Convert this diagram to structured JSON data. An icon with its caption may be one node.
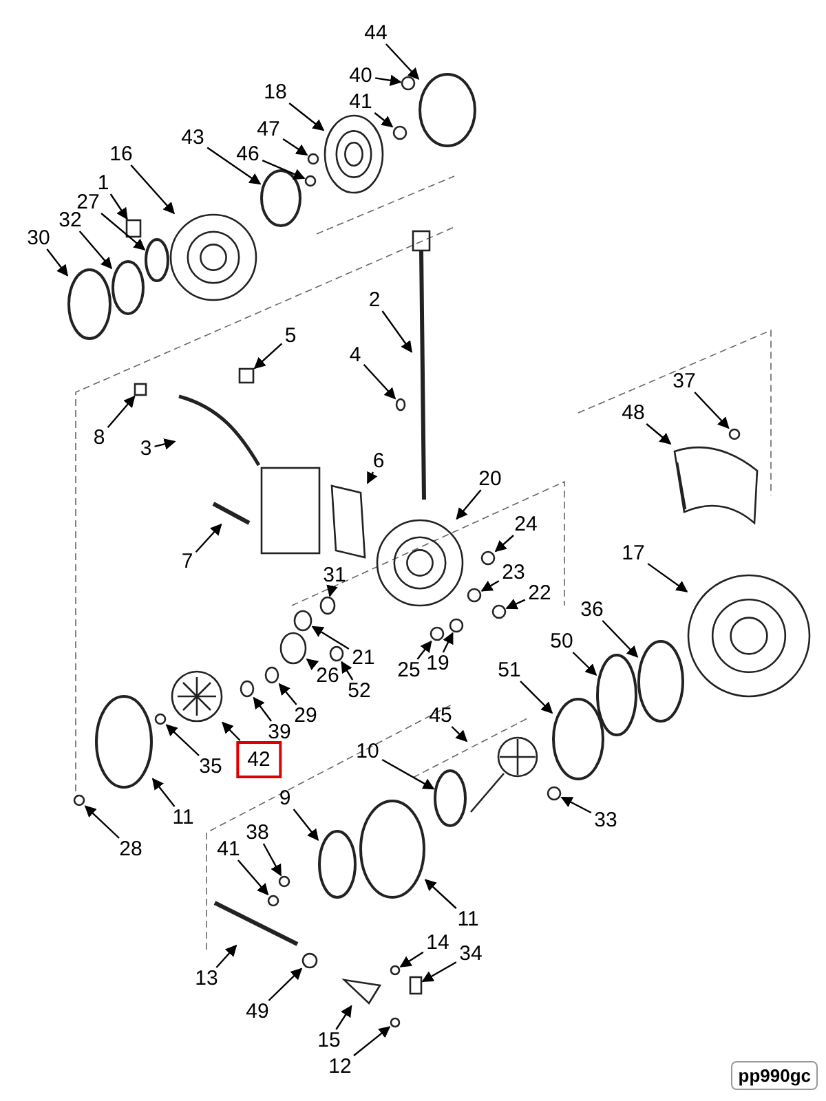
{
  "diagram": {
    "nodes": [
      {
        "text": [
          "44"
        ]
      },
      {
        "text": [
          "40"
        ]
      },
      {
        "text": [
          "41"
        ]
      },
      {
        "text": [
          "18"
        ]
      },
      {
        "text": [
          "47"
        ]
      },
      {
        "text": [
          "46"
        ]
      },
      {
        "text": [
          "43"
        ]
      },
      {
        "text": [
          "16"
        ]
      },
      {
        "text": [
          "1"
        ]
      },
      {
        "text": [
          "27"
        ]
      },
      {
        "text": [
          "32"
        ]
      },
      {
        "text": [
          "30"
        ]
      },
      {
        "text": [
          "2"
        ]
      },
      {
        "text": [
          "5"
        ]
      },
      {
        "text": [
          "4"
        ]
      },
      {
        "text": [
          "8"
        ]
      },
      {
        "text": [
          "3"
        ]
      },
      {
        "text": [
          "6"
        ]
      },
      {
        "text": [
          "7"
        ]
      },
      {
        "text": [
          "20"
        ]
      },
      {
        "text": [
          "37"
        ]
      },
      {
        "text": [
          "48"
        ]
      },
      {
        "text": [
          "24"
        ]
      },
      {
        "text": [
          "31"
        ]
      },
      {
        "text": [
          "23"
        ]
      },
      {
        "text": [
          "22"
        ]
      },
      {
        "text": [
          "36"
        ]
      },
      {
        "text": [
          "17"
        ]
      },
      {
        "text": [
          "50"
        ]
      },
      {
        "text": [
          "21"
        ]
      },
      {
        "text": [
          "25"
        ]
      },
      {
        "text": [
          "19"
        ]
      },
      {
        "text": [
          "26"
        ]
      },
      {
        "text": [
          "52"
        ]
      },
      {
        "text": [
          "29"
        ]
      },
      {
        "text": [
          "39"
        ]
      },
      {
        "text": [
          "42"
        ]
      },
      {
        "text": [
          "35"
        ]
      },
      {
        "text": [
          "51"
        ]
      },
      {
        "text": [
          "45"
        ]
      },
      {
        "text": [
          "10"
        ]
      },
      {
        "text": [
          "9"
        ]
      },
      {
        "text": [
          "11"
        ]
      },
      {
        "text": [
          "11"
        ]
      },
      {
        "text": [
          "33"
        ]
      },
      {
        "text": [
          "28"
        ]
      },
      {
        "text": [
          "38"
        ]
      },
      {
        "text": [
          "41"
        ]
      },
      {
        "text": [
          "13"
        ]
      },
      {
        "text": [
          "14"
        ]
      },
      {
        "text": [
          "34"
        ]
      },
      {
        "text": [
          "49"
        ]
      },
      {
        "text": [
          "15"
        ]
      },
      {
        "text": [
          "12"
        ]
      },
      {
        "text": [],
        "shape": "ring"
      },
      {
        "text": [],
        "shape": "circle"
      },
      {
        "text": [],
        "shape": "circle"
      },
      {
        "text": [],
        "shape": "circle"
      },
      {
        "text": [],
        "shape": "circle"
      },
      {
        "text": [],
        "shape": "circle"
      },
      {
        "text": [],
        "shape": "ring"
      },
      {
        "text": [],
        "shape": "circle"
      },
      {
        "text": [],
        "shape": "box"
      },
      {
        "text": [],
        "shape": "ring"
      },
      {
        "text": [],
        "shape": "ring"
      },
      {
        "text": [],
        "shape": "ring"
      },
      {
        "text": [],
        "shape": "bar"
      },
      {
        "text": [],
        "shape": "box"
      },
      {
        "text": [],
        "shape": "circle"
      },
      {
        "text": [],
        "shape": "box"
      },
      {
        "text": [],
        "shape": "picture"
      },
      {
        "text": [],
        "shape": "picture"
      },
      {
        "text": [],
        "shape": "bar"
      },
      {
        "text": [],
        "shape": "circle"
      },
      {
        "text": [],
        "shape": "circle"
      },
      {
        "text": [],
        "shape": "picture"
      },
      {
        "text": [],
        "shape": "circle"
      },
      {
        "text": [],
        "shape": "circle"
      },
      {
        "text": [],
        "shape": "circle"
      },
      {
        "text": [],
        "shape": "circle"
      },
      {
        "text": [],
        "shape": "ring"
      },
      {
        "text": [],
        "shape": "circle"
      },
      {
        "text": [],
        "shape": "ring"
      },
      {
        "text": [],
        "shape": "circle"
      },
      {
        "text": [],
        "shape": "circle"
      },
      {
        "text": [],
        "shape": "circle"
      },
      {
        "text": [],
        "shape": "circle"
      },
      {
        "text": [],
        "shape": "circle"
      },
      {
        "text": [],
        "shape": "circle"
      },
      {
        "text": [],
        "shape": "circle"
      },
      {
        "text": [],
        "shape": "picture"
      },
      {
        "text": [],
        "shape": "circle"
      },
      {
        "text": [],
        "shape": "ring"
      },
      {
        "text": [],
        "shape": "picture"
      },
      {
        "text": [],
        "shape": "ring"
      },
      {
        "text": [],
        "shape": "ring"
      },
      {
        "text": [],
        "shape": "ring"
      },
      {
        "text": [],
        "shape": "ring"
      },
      {
        "text": [],
        "shape": "circle"
      },
      {
        "text": [],
        "shape": "circle"
      },
      {
        "text": [],
        "shape": "circle"
      },
      {
        "text": [],
        "shape": "circle"
      },
      {
        "text": [],
        "shape": "bar"
      },
      {
        "text": [],
        "shape": "circle"
      },
      {
        "text": [],
        "shape": "box"
      },
      {
        "text": [],
        "shape": "circle"
      },
      {
        "text": [],
        "shape": "picture"
      },
      {
        "text": [],
        "shape": "circle"
      }
    ],
    "edges": [
      {
        "from": 0,
        "to": 54,
        "arrow": "to"
      },
      {
        "from": 1,
        "to": 55,
        "arrow": "to"
      },
      {
        "from": 2,
        "to": 56,
        "arrow": "to"
      },
      {
        "from": 3,
        "to": 57,
        "arrow": "to"
      },
      {
        "from": 4,
        "to": 58,
        "arrow": "to"
      },
      {
        "from": 5,
        "to": 59,
        "arrow": "to"
      },
      {
        "from": 6,
        "to": 60,
        "arrow": "to"
      },
      {
        "from": 7,
        "to": 61,
        "arrow": "to"
      },
      {
        "from": 8,
        "to": 62,
        "arrow": "to"
      },
      {
        "from": 9,
        "to": 63,
        "arrow": "to"
      },
      {
        "from": 10,
        "to": 64,
        "arrow": "to"
      },
      {
        "from": 11,
        "to": 65,
        "arrow": "to"
      },
      {
        "from": 12,
        "to": 66,
        "arrow": "to"
      },
      {
        "from": 13,
        "to": 67,
        "arrow": "to"
      },
      {
        "from": 14,
        "to": 68,
        "arrow": "to"
      },
      {
        "from": 15,
        "to": 69,
        "arrow": "to"
      },
      {
        "from": 16,
        "to": 70,
        "arrow": "to"
      },
      {
        "from": 17,
        "to": 71,
        "arrow": "to"
      },
      {
        "from": 18,
        "to": 72,
        "arrow": "to"
      },
      {
        "from": 19,
        "to": 73,
        "arrow": "to"
      },
      {
        "from": 20,
        "to": 74,
        "arrow": "to"
      },
      {
        "from": 21,
        "to": 75,
        "arrow": "to"
      },
      {
        "from": 22,
        "to": 76,
        "arrow": "to"
      },
      {
        "from": 23,
        "to": 77,
        "arrow": "to"
      },
      {
        "from": 24,
        "to": 78,
        "arrow": "to"
      },
      {
        "from": 25,
        "to": 79,
        "arrow": "to"
      },
      {
        "from": 26,
        "to": 80,
        "arrow": "to"
      },
      {
        "from": 27,
        "to": 81,
        "arrow": "to"
      },
      {
        "from": 28,
        "to": 82,
        "arrow": "to"
      },
      {
        "from": 29,
        "to": 83,
        "arrow": "to"
      },
      {
        "from": 30,
        "to": 84,
        "arrow": "to"
      },
      {
        "from": 31,
        "to": 85,
        "arrow": "to"
      },
      {
        "from": 32,
        "to": 86,
        "arrow": "to"
      },
      {
        "from": 33,
        "to": 87,
        "arrow": "to"
      },
      {
        "from": 34,
        "to": 88,
        "arrow": "to"
      },
      {
        "from": 35,
        "to": 89,
        "arrow": "to"
      },
      {
        "from": 36,
        "to": 90,
        "arrow": "to"
      },
      {
        "from": 37,
        "to": 91,
        "arrow": "to"
      },
      {
        "from": 38,
        "to": 92,
        "arrow": "to"
      },
      {
        "from": 39,
        "to": 93,
        "arrow": "to"
      },
      {
        "from": 40,
        "to": 94,
        "arrow": "to"
      },
      {
        "from": 41,
        "to": 95,
        "arrow": "to"
      },
      {
        "from": 42,
        "to": 96,
        "arrow": "to"
      },
      {
        "from": 43,
        "to": 97,
        "arrow": "to"
      },
      {
        "from": 44,
        "to": 98,
        "arrow": "to"
      },
      {
        "from": 45,
        "to": 99,
        "arrow": "to"
      },
      {
        "from": 46,
        "to": 100,
        "arrow": "to"
      },
      {
        "from": 47,
        "to": 101,
        "arrow": "to"
      },
      {
        "from": 48,
        "to": 102,
        "arrow": "to"
      },
      {
        "from": 49,
        "to": 103,
        "arrow": "to"
      },
      {
        "from": 50,
        "to": 104,
        "arrow": "to"
      },
      {
        "from": 51,
        "to": 105,
        "arrow": "to"
      },
      {
        "from": 52,
        "to": 106,
        "arrow": "to"
      },
      {
        "from": 53,
        "to": 107,
        "arrow": "to"
      }
    ],
    "labels": [
      "pp990gc"
    ]
  }
}
